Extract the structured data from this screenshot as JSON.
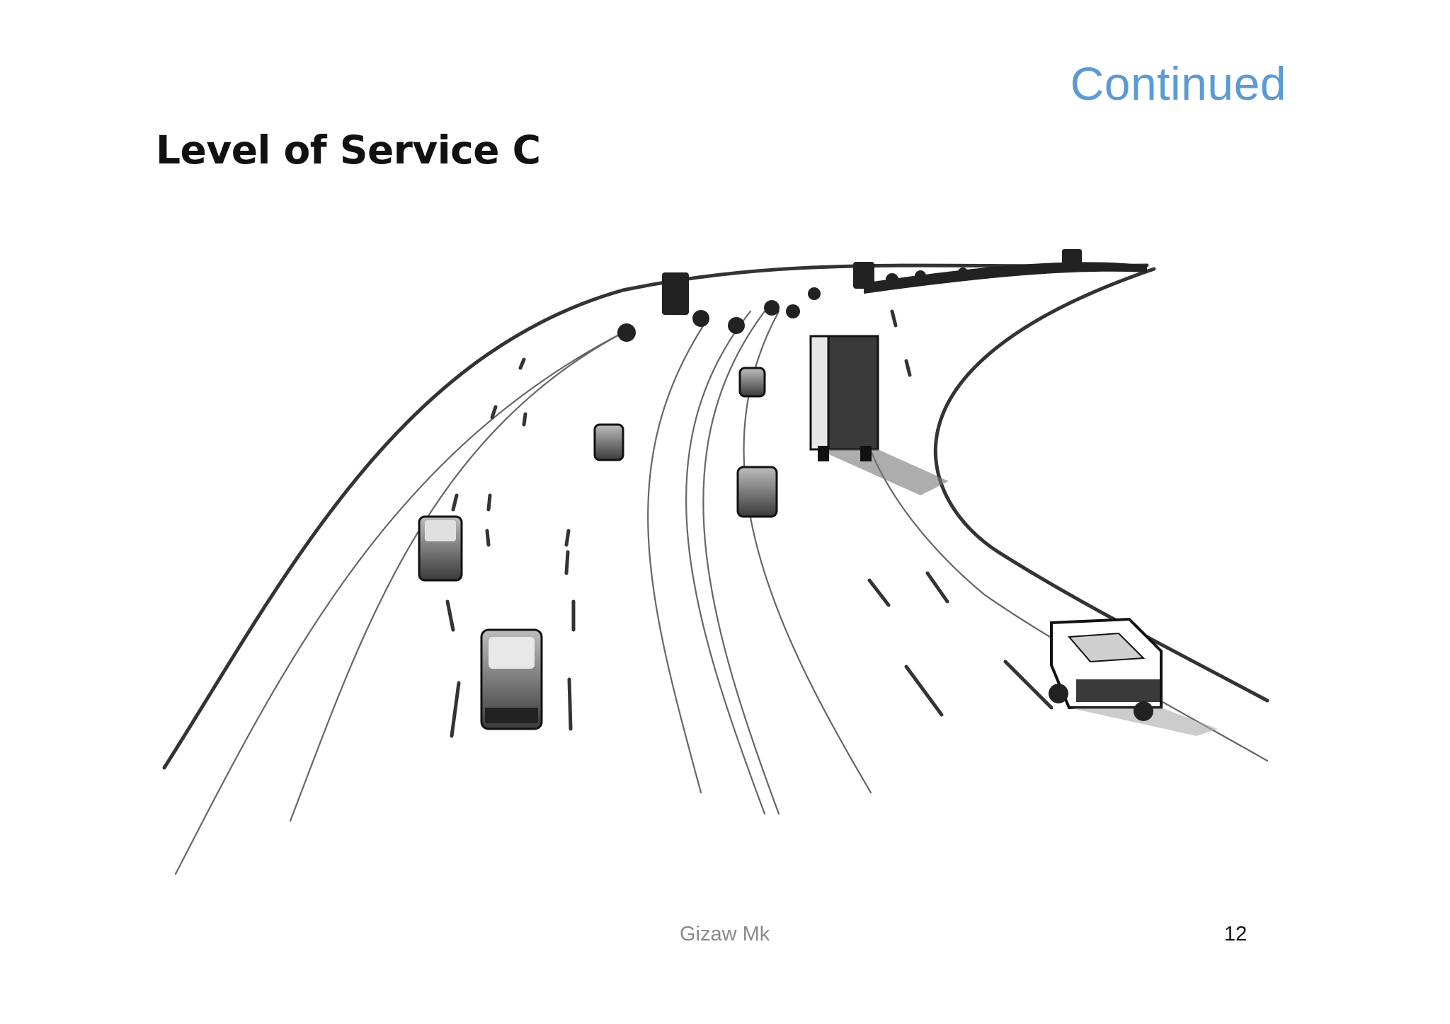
{
  "slide": {
    "title": "Continued",
    "subtitle": "Level of Service C",
    "footer_author": "Gizaw Mk",
    "page_number": "12"
  },
  "colors": {
    "title": "#5b9bd5",
    "subtitle": "#111111",
    "footer": "#8a8a8a",
    "road_lines": "#444444",
    "vehicles": "#333333"
  },
  "illustration": {
    "subject": "curving multi-lane highway with light traffic",
    "icon": "highway-traffic-illustration"
  }
}
